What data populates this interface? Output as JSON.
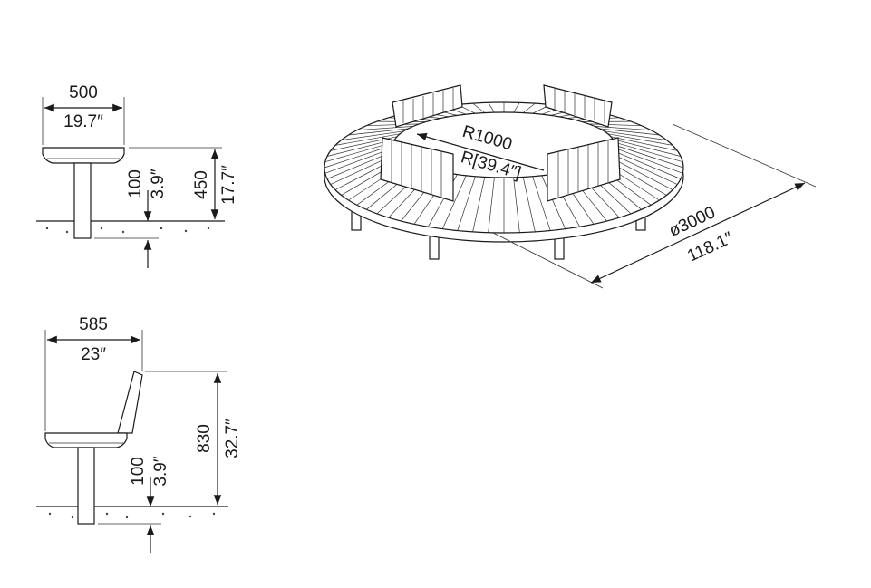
{
  "side_view_seat": {
    "width_mm": "500",
    "width_in": "19.7″",
    "foundation_mm": "100",
    "foundation_in": "3.9″",
    "height_mm": "450",
    "height_in": "17.7″"
  },
  "side_view_back": {
    "width_mm": "585",
    "width_in": "23″",
    "foundation_mm": "100",
    "foundation_in": "3.9″",
    "height_mm": "830",
    "height_in": "32.7″"
  },
  "isometric": {
    "inner_radius_mm": "R1000",
    "inner_radius_in": "R[39.4″]",
    "diameter_mm": "ø3000",
    "diameter_in": "118.1″"
  }
}
